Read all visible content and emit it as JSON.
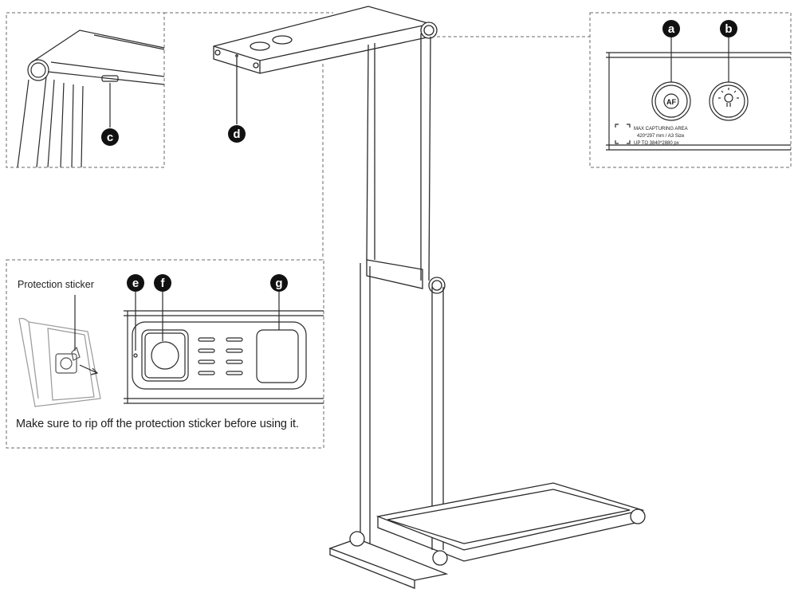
{
  "labels": {
    "a": "a",
    "b": "b",
    "c": "c",
    "d": "d",
    "e": "e",
    "f": "f",
    "g": "g"
  },
  "protection_sticker": "Protection sticker",
  "caption": "Make sure to rip off the protection sticker before using it.",
  "head_panel": {
    "af_icon": "AF",
    "max_capturing_area": "MAX CAPTURING AREA",
    "paper_size": "420*297 mm / A3 Size",
    "resolution": "UP TO 3840*2880 px"
  },
  "colors": {
    "line": "#2a2a2a",
    "dash": "#6a6a6a",
    "badge": "#111111"
  }
}
